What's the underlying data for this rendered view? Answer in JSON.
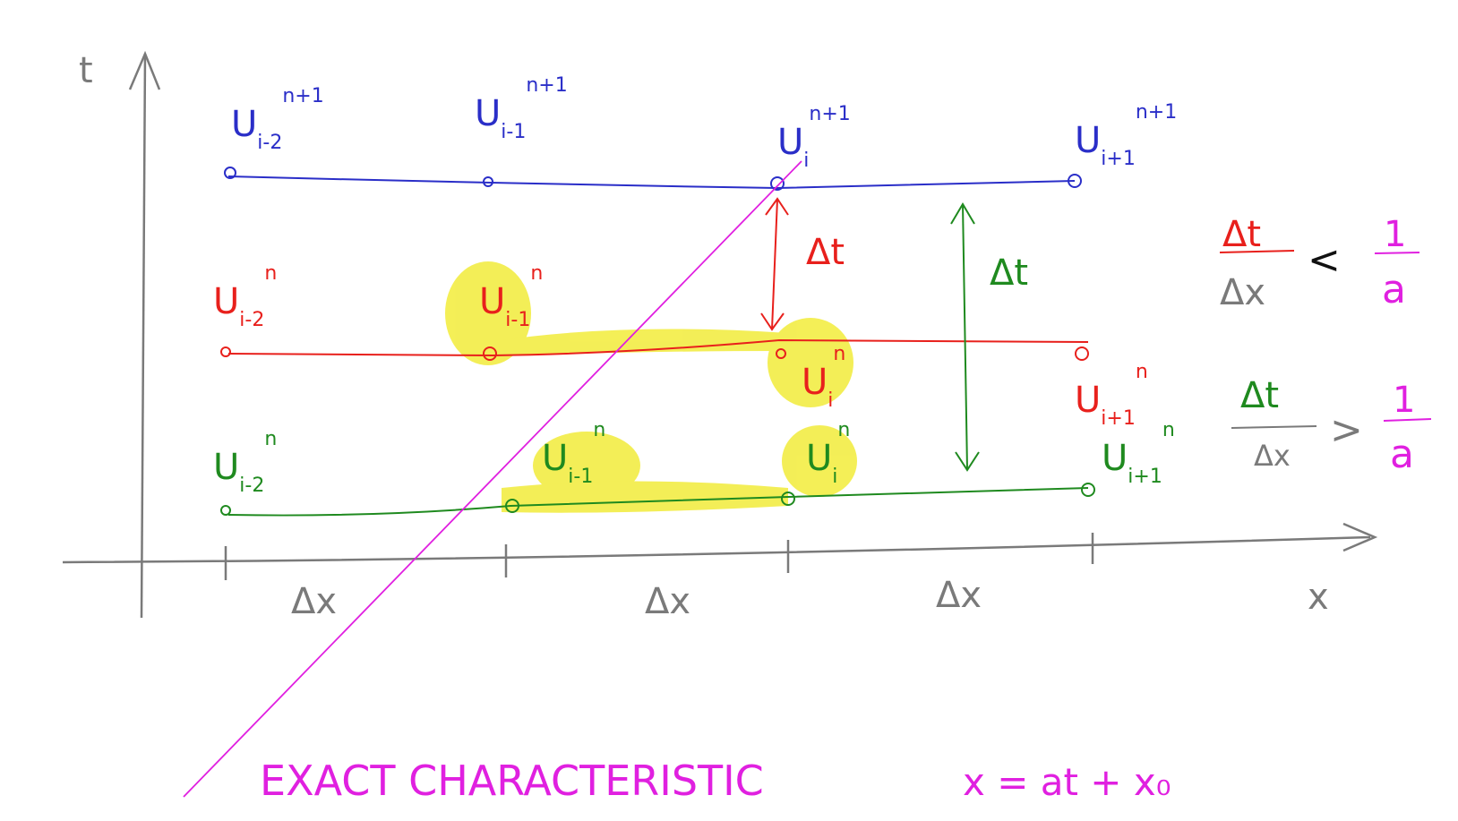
{
  "colors": {
    "axis": "#7a7a7a",
    "blue": "#2a2ec8",
    "red": "#e8201c",
    "green": "#1f8a1f",
    "magenta": "#e020e0",
    "highlight": "#f2ec3a",
    "black": "#111111"
  },
  "axes": {
    "t_label": "t",
    "x_label": "x",
    "spacing_labels": [
      "Δx",
      "Δx",
      "Δx"
    ]
  },
  "levels": {
    "top": {
      "nodes": [
        {
          "base": "U",
          "sub": "i-2",
          "sup": "n+1"
        },
        {
          "base": "U",
          "sub": "i-1",
          "sup": "n+1"
        },
        {
          "base": "U",
          "sub": "i",
          "sup": "n+1"
        },
        {
          "base": "U",
          "sub": "i+1",
          "sup": "n+1"
        }
      ]
    },
    "middle": {
      "nodes": [
        {
          "base": "U",
          "sub": "i-2",
          "sup": "n"
        },
        {
          "base": "U",
          "sub": "i-1",
          "sup": "n"
        },
        {
          "base": "U",
          "sub": "i",
          "sup": "n"
        },
        {
          "base": "U",
          "sub": "i+1",
          "sup": "n"
        }
      ]
    },
    "bottom": {
      "nodes": [
        {
          "base": "U",
          "sub": "i-2",
          "sup": "n"
        },
        {
          "base": "U",
          "sub": "i-1",
          "sup": "n"
        },
        {
          "base": "U",
          "sub": "i",
          "sup": "n"
        },
        {
          "base": "U",
          "sub": "i+1",
          "sup": "n"
        }
      ]
    }
  },
  "steps": {
    "dt_red": "Δt",
    "dt_green": "Δt"
  },
  "conditions": {
    "first": {
      "num": "Δt",
      "den": "Δx",
      "op": "<",
      "rhs_num": "1",
      "rhs_den": "a"
    },
    "second": {
      "num": "Δt",
      "den": "Δx",
      "op": ">",
      "rhs_num": "1",
      "rhs_den": "a"
    }
  },
  "characteristic": {
    "label": "EXACT CHARACTERISTIC",
    "equation": "x = at + x₀"
  }
}
